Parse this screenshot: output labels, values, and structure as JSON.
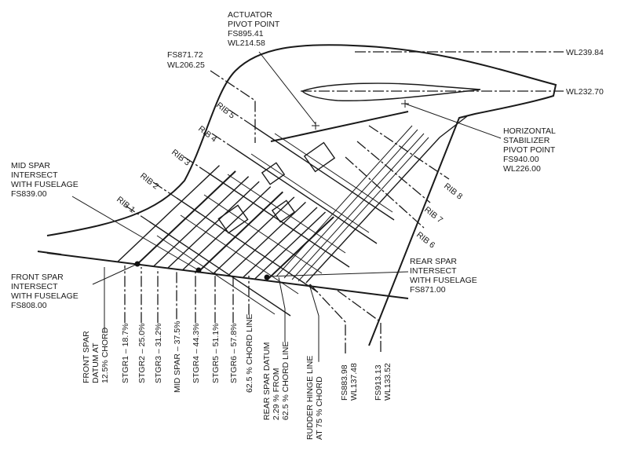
{
  "title": "Vertical stabilizer structure diagram",
  "labels": {
    "actuator": [
      "ACTUATOR",
      "PIVOT POINT",
      "FS895.41",
      "WL214.58"
    ],
    "fs871": [
      "FS871.72",
      "WL206.25"
    ],
    "wl239": "WL239.84",
    "wl232": "WL232.70",
    "hstab": [
      "HORIZONTAL",
      "STABILIZER",
      "PIVOT POINT",
      "FS940.00",
      "WL226.00"
    ],
    "midspar": [
      "MID SPAR",
      "INTERSECT",
      "WITH FUSELAGE",
      "FS839.00"
    ],
    "frontspar": [
      "FRONT SPAR",
      "INTERSECT",
      "WITH FUSELAGE",
      "FS808.00"
    ],
    "rearspar": [
      "REAR SPAR",
      "INTERSECT",
      "WITH FUSELAGE",
      "FS871.00"
    ],
    "ribs": [
      "RIB 1",
      "RIB 2",
      "RIB 3",
      "RIB 4",
      "RIB 5",
      "RIB 6",
      "RIB 7",
      "RIB 8"
    ]
  },
  "bottom_labels": [
    [
      "FRONT SPAR",
      "DATUM AT",
      "12.5% CHORD"
    ],
    [
      "STGR1 – 18.7%"
    ],
    [
      "STGR2 – 25.0%"
    ],
    [
      "STGR3 – 31.2%"
    ],
    [
      "MID SPAR – 37.5%"
    ],
    [
      "STGR4 – 44.3%"
    ],
    [
      "STGR5 – 51.1%"
    ],
    [
      "STGR6 – 57.8%"
    ],
    [
      "62.5 % CHORD LINE"
    ],
    [
      "REAR SPAR DATUM",
      "2.29 % FROM",
      "62.5 % CHORD LINE"
    ],
    [
      "RUDDER HINGE LINE",
      "AT 75 % CHORD"
    ],
    [
      "FS883.98",
      "WL137.48"
    ],
    [
      "FS913.13",
      "WL133.52"
    ]
  ]
}
